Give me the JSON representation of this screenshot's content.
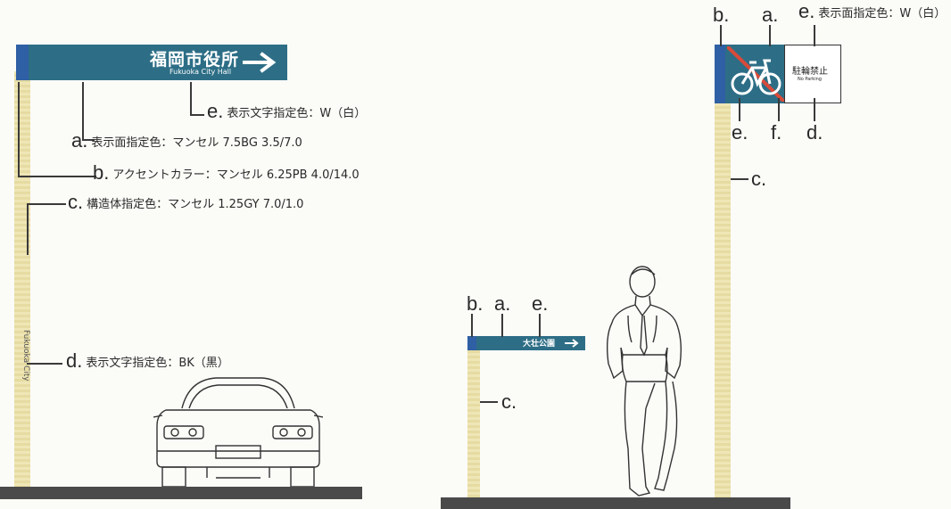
{
  "colors": {
    "sign_face": "#2d6e86",
    "accent": "#2f5fa4",
    "pole": "#ece2ae",
    "prohibition_red": "#d94a3a",
    "ground": "#4a4a4a"
  },
  "left_sign": {
    "title": "福岡市役所",
    "subtitle": "Fukuoka City Hall",
    "pole_text": "Fukuoka City"
  },
  "left_labels": {
    "e": {
      "letter": "e.",
      "text": "表示文字指定色：W（白）"
    },
    "a": {
      "letter": "a.",
      "text": "表示面指定色：マンセル 7.5BG 3.5/7.0"
    },
    "b": {
      "letter": "b.",
      "text": "アクセントカラー：マンセル 6.25PB 4.0/14.0"
    },
    "c": {
      "letter": "c.",
      "text": "構造体指定色：マンセル 1.25GY 7.0/1.0"
    },
    "d": {
      "letter": "d.",
      "text": "表示文字指定色：BK（黒）"
    }
  },
  "middle_sign": {
    "title": "大壮公園",
    "tags": {
      "b": "b.",
      "a": "a.",
      "e": "e.",
      "c": "c."
    }
  },
  "right_sign": {
    "panel_text": "駐輪禁止",
    "panel_subtext": "No Parking",
    "tags": {
      "b": "b.",
      "a": "a.",
      "e_top": "e.",
      "e_top_text": "表示面指定色：W（白）",
      "e": "e.",
      "f": "f.",
      "d": "d.",
      "c": "c."
    }
  },
  "icons": [
    "arrow-right-icon",
    "bicycle-icon",
    "car-illustration",
    "person-illustration"
  ]
}
